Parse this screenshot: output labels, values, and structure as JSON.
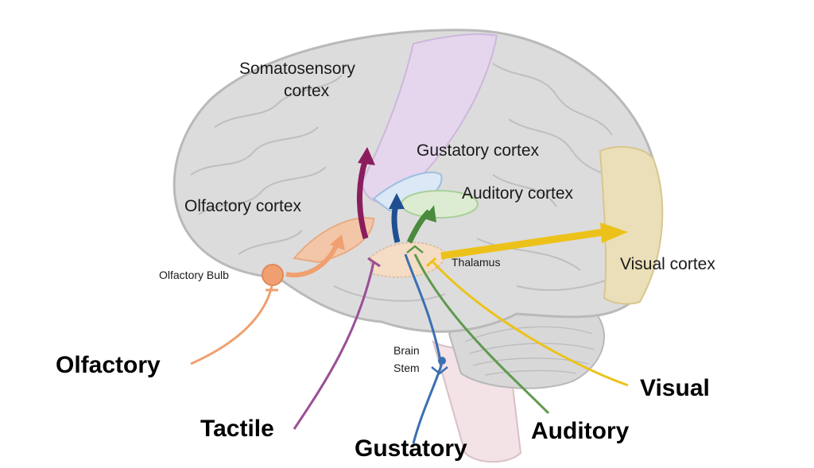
{
  "regions": {
    "somatosensory_1": "Somatosensory",
    "somatosensory_2": "cortex",
    "gustatory_cortex": "Gustatory cortex",
    "auditory_cortex": "Auditory cortex",
    "olfactory_cortex": "Olfactory cortex",
    "visual_cortex": "Visual cortex",
    "thalamus": "Thalamus",
    "olfactory_bulb": "Olfactory Bulb",
    "brain_stem_1": "Brain",
    "brain_stem_2": "Stem"
  },
  "senses": {
    "olfactory": "Olfactory",
    "tactile": "Tactile",
    "gustatory": "Gustatory",
    "auditory": "Auditory",
    "visual": "Visual"
  },
  "colors": {
    "olfactory": "#f0a070",
    "tactile": "#9a4f96",
    "gustatory": "#3b6fb3",
    "auditory": "#5f9a4e",
    "visual": "#ecc21a",
    "somatosensory_region": "#e6d6f0",
    "visual_region": "#eadfb8"
  }
}
